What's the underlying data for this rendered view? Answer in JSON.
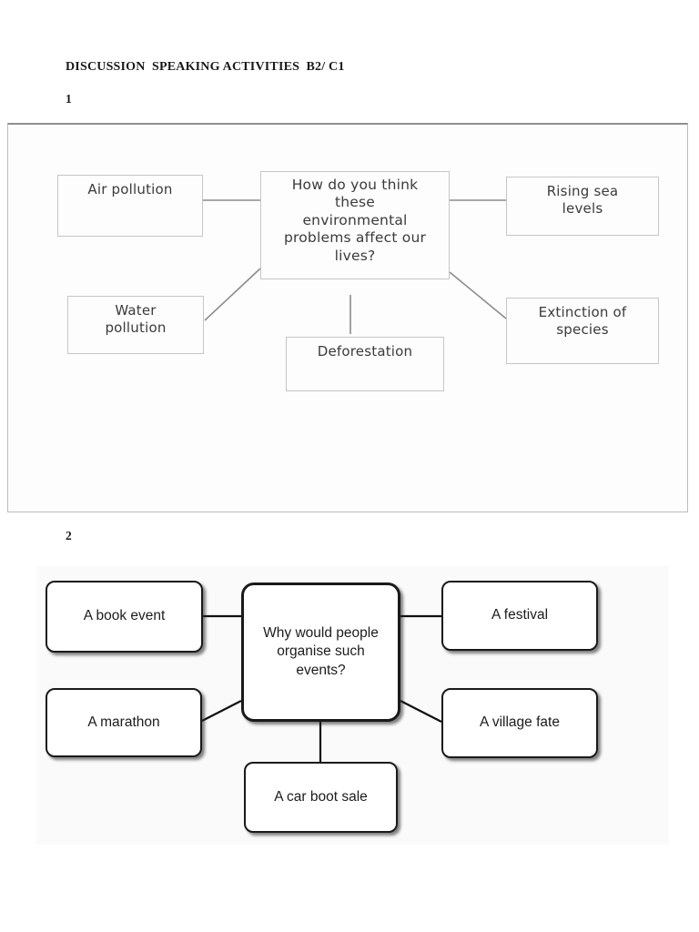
{
  "page": {
    "heading": "DISCUSSION  SPEAKING ACTIVITIES  B2/ C1",
    "section1_label": "1",
    "section2_label": "2"
  },
  "diagram1": {
    "center_label": "How do you think these environmental problems affect our lives?",
    "center_lines": [
      "How do you think",
      "these",
      "environmental",
      "problems affect our",
      "lives?"
    ],
    "nodes": [
      {
        "id": "air-pollution",
        "label": "Air pollution",
        "lines": [
          "Air pollution"
        ]
      },
      {
        "id": "rising-sea-levels",
        "label": "Rising sea levels",
        "lines": [
          "Rising sea",
          "levels"
        ]
      },
      {
        "id": "water-pollution",
        "label": "Water pollution",
        "lines": [
          "Water",
          "pollution"
        ]
      },
      {
        "id": "extinction-of-species",
        "label": "Extinction of species",
        "lines": [
          "Extinction of",
          "species"
        ]
      },
      {
        "id": "deforestation",
        "label": "Deforestation",
        "lines": [
          "Deforestation"
        ]
      }
    ],
    "colors": {
      "box_border": "#c6c6c6",
      "text": "#3b3b3b",
      "connector": "#8c8c8c",
      "frame_border": "#bdbdbd"
    }
  },
  "diagram2": {
    "center_label": "Why would people organise such events?",
    "center_lines": [
      "Why would people",
      "organise such",
      "events?"
    ],
    "nodes": [
      {
        "id": "book-event",
        "label": "A book event"
      },
      {
        "id": "festival",
        "label": "A festival"
      },
      {
        "id": "marathon",
        "label": "A marathon"
      },
      {
        "id": "village-fate",
        "label": "A village fate"
      },
      {
        "id": "car-boot-sale",
        "label": "A car boot sale"
      }
    ],
    "colors": {
      "box_border": "#1a1a1a",
      "text": "#1c1c1c",
      "connector": "#101010",
      "background": "#fafafa"
    }
  }
}
